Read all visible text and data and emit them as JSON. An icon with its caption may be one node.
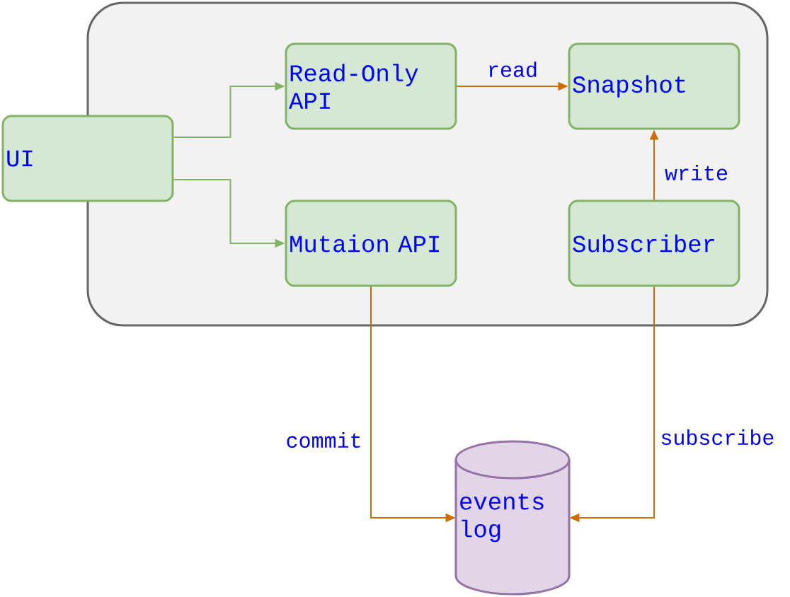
{
  "diagram": {
    "nodes": [
      {
        "text": [],
        "shape": "box"
      },
      {
        "text": [
          "UI"
        ]
      },
      {
        "text": [
          "Read-Only API"
        ],
        "in": 0
      },
      {
        "text": [
          "Mutaion API"
        ],
        "in": 0
      },
      {
        "text": [
          "Snapshot"
        ],
        "in": 0
      },
      {
        "text": [
          "Subscriber"
        ],
        "in": 0
      },
      {
        "text": [
          "events log"
        ]
      }
    ],
    "edges": [
      {
        "from": 1,
        "to": 2,
        "arrow": "to",
        "color": "#82b366"
      },
      {
        "from": 1,
        "to": 3,
        "arrow": "to",
        "color": "#82b366"
      },
      {
        "from": 2,
        "to": 4,
        "arrow": "to",
        "label": "read"
      },
      {
        "from": 5,
        "to": 4,
        "arrow": "to",
        "label": "write"
      },
      {
        "from": 3,
        "to": 6,
        "arrow": "to",
        "label": "commit"
      },
      {
        "from": 5,
        "to": 6,
        "arrow": "to",
        "label": "subscribe"
      }
    ]
  }
}
